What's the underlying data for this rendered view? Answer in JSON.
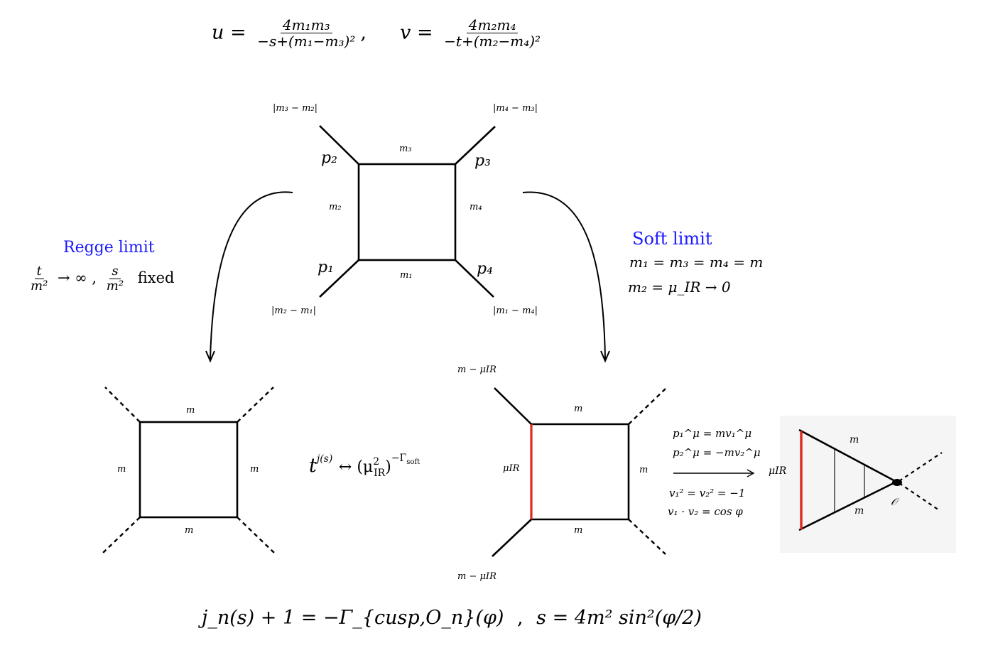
{
  "top_formula": {
    "u_lhs": "u =",
    "u_num": "4m₁m₃",
    "u_den": "−s+(m₁−m₃)²",
    "v_lhs": "v =",
    "v_num": "4m₂m₄",
    "v_den": "−t+(m₂−m₄)²"
  },
  "top_box": {
    "corner_masses": {
      "top_left": "|m₃ − m₂|",
      "top_right": "|m₄ − m₃|",
      "bottom_left": "|m₂ − m₁|",
      "bottom_right": "|m₁ − m₄|"
    },
    "momenta": {
      "p1": "p₁",
      "p2": "p₂",
      "p3": "p₃",
      "p4": "p₄"
    },
    "edge_masses": {
      "top": "m₃",
      "left": "m₂",
      "right": "m₄",
      "bottom": "m₁"
    }
  },
  "regge": {
    "title": "Regge limit",
    "t_num": "t",
    "t_den": "m²",
    "arrow_inf": "→ ∞ ,",
    "s_num": "s",
    "s_den": "m²",
    "fixed": "fixed"
  },
  "soft": {
    "title": "Soft limit",
    "cond1": "m₁ = m₃ = m₄ = m",
    "cond2": "m₂ = μ_IR → 0"
  },
  "bottom_left_box": {
    "top": "m",
    "left": "m",
    "right": "m",
    "bottom": "m"
  },
  "middle_relation": "t^{j(s)} ↔ (μ²_IR)^{−Γ_soft}",
  "middle_relation_parts": {
    "t": "t",
    "js": "j(s)",
    "arrow": "↔ (μ",
    "sq": "2",
    "ir": "IR",
    "close": ")",
    "exp": "−Γ",
    "soft": "soft"
  },
  "bottom_right_box": {
    "top_leg": "m − μIR",
    "bottom_leg": "m − μIR",
    "top": "m",
    "left": "μIR",
    "right": "m",
    "bottom": "m"
  },
  "arrow_conditions": {
    "line1": "p₁^μ = mv₁^μ",
    "line2": "p₂^μ = −mv₂^μ",
    "line3": "v₁² = v₂² = −1",
    "line4": "v₁ · v₂ = cos φ"
  },
  "triangle": {
    "left": "μIR",
    "top": "m",
    "bottom": "m",
    "vertex": "𝒪"
  },
  "bottom_formula": {
    "lhs": "j_n(s) + 1 = −Γ_{cusp,O_n}(φ)",
    "rhs": "s = 4m² sin²(φ/2)"
  },
  "colors": {
    "line": "#000000",
    "accent_red": "#e0281e",
    "label_blue": "#1a1aff"
  }
}
